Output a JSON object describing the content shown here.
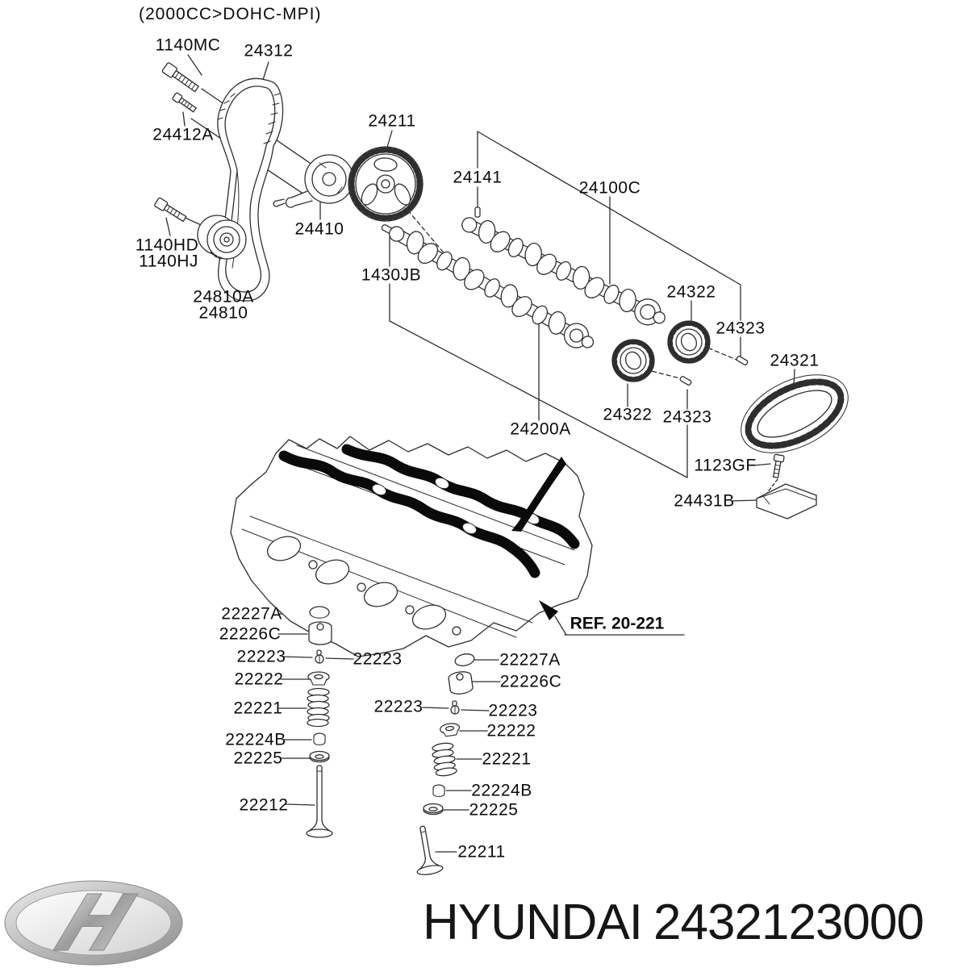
{
  "title": "(2000CC>DOHC-MPI)",
  "labels": {
    "bolt_1140mc": "1140MC",
    "timing_belt": "24312",
    "screw_24412a": "24412A",
    "cam_sprocket": "24211",
    "tensioner": "24410",
    "bolt_1140hd": "1140HD",
    "bolt_1140hj": "1140HJ",
    "idler_a": "24810A",
    "idler": "24810",
    "pin": "24141",
    "intake_camshaft": "24100C",
    "dowel": "1430JB",
    "sprocket_upper": "24322",
    "key_upper": "24323",
    "chain": "24321",
    "exhaust_camshaft": "24200A",
    "sprocket_lower": "24322",
    "key_lower": "24323",
    "bolt_1123gf": "1123GF",
    "guide_plate": "24431B",
    "ref_callout": "REF. 20-221",
    "cap_left": "22227A",
    "lifter_left": "22226C",
    "keeper_left_a": "22223",
    "keeper_left_b": "22223",
    "retainer_left": "22222",
    "spring_left": "22221",
    "seal_left": "22224B",
    "seat_left": "22225",
    "valve_intake": "22212",
    "cap_right": "22227A",
    "lifter_right": "22226C",
    "keeper_right_a": "22223",
    "keeper_right_b": "22223",
    "retainer_right": "22222",
    "spring_right": "22221",
    "seal_right": "22224B",
    "seat_right": "22225",
    "valve_exhaust": "22211"
  },
  "footer": {
    "brand": "HYUNDAI",
    "part_number": "2432123000"
  },
  "logo": {
    "glyph": "H"
  },
  "colors": {
    "line": "#2e2e2e",
    "label": "#0c0c0c",
    "logo_silver": "#c9c9c9"
  }
}
